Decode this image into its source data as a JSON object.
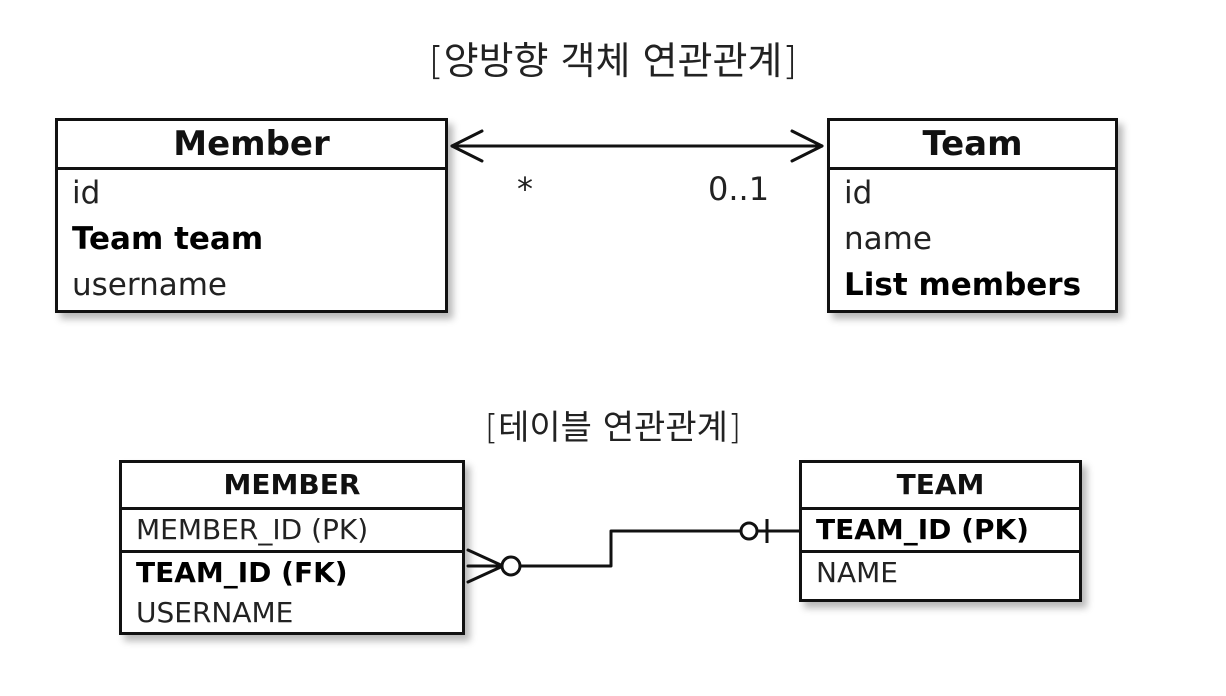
{
  "titles": {
    "object": "[양방향 객체 연관관계]",
    "table": "[테이블 연관관계]"
  },
  "object_model": {
    "member": {
      "name": "Member",
      "fields": [
        "id",
        "Team team",
        "username"
      ]
    },
    "team": {
      "name": "Team",
      "fields": [
        "id",
        "name",
        "List members"
      ]
    },
    "association": {
      "member_side_multiplicity": "*",
      "team_side_multiplicity": "0..1"
    }
  },
  "table_model": {
    "member": {
      "name": "MEMBER",
      "pk_columns": [
        "MEMBER_ID (PK)"
      ],
      "columns": [
        "TEAM_ID (FK)",
        "USERNAME"
      ]
    },
    "team": {
      "name": "TEAM",
      "pk_columns": [
        "TEAM_ID (PK)"
      ],
      "columns": [
        "NAME"
      ]
    }
  }
}
